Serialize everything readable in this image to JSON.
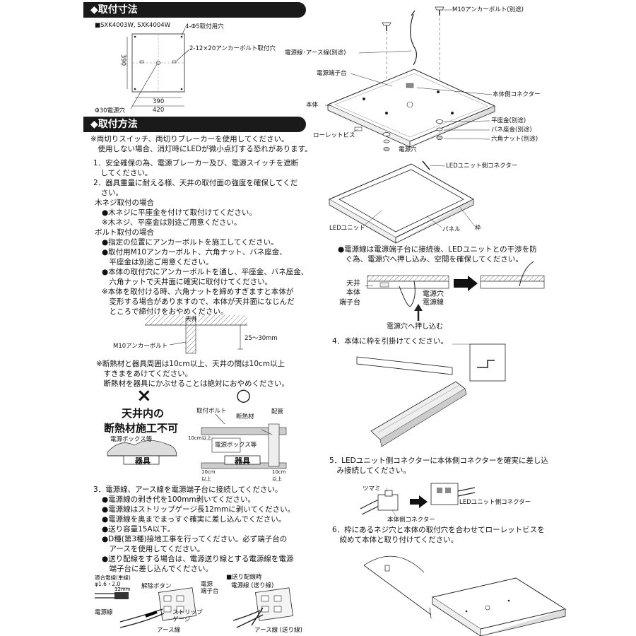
{
  "left": {
    "section1_title": "◆取付寸法",
    "dims": {
      "model": "■SXK4003W, SXK4004W",
      "holes": "4-Φ5取付用穴",
      "bolt_holes": "2-12×20アンカーボルト取付穴",
      "h390": "390",
      "w390": "390",
      "w420": "420",
      "power_hole": "Φ30電源穴"
    },
    "section2_title": "◆取付方法",
    "notes": [
      "※両切りスイッチ、両切りブレーカーを使用してください。",
      "　使用しない場合、消灯時にLEDが微小点灯する恐れがあります。"
    ],
    "step1": [
      "1．安全確保の為、電源ブレーカー及び、電源スイッチを遮断",
      "　してください。"
    ],
    "step2": [
      "2．器具重量に耐える様、天井の取付面の強度を確保してくだ",
      "　さい。"
    ],
    "wood": {
      "head": "木ネジ取付の場合",
      "l1": "●木ネジに平座金を付けて取付けてください。",
      "l2": "※木ネジ、平座金は別途ご用意ください。"
    },
    "bolt": {
      "head": "ボルト取付の場合",
      "lines": [
        "●指定の位置にアンカーボルトを施工してください。",
        "●取付用M10アンカーボルト、六角ナット、バネ座金、",
        "　平座金は別途ご用意ください。",
        "●本体の取付穴にアンカーボルトを通し、平座金、バネ座金、",
        "　六角ナットで天井面に確実に取付けてください。",
        "※本体を取付ける時、六角ナットを締めすぎますと本体が",
        "　変形する場合がありますので、本体が天井面になじんだ",
        "　ところで締付けをおやめください。"
      ]
    },
    "ceiling_fig": {
      "ceiling": "天井",
      "bolt": "M10アンカーボルト",
      "range": "25～30mm"
    },
    "insulation_note": [
      "※断熱材と器具周囲は10cm以上、天井の間は10cm以上",
      "　すきまをあけてください。",
      "　断熱材を器具にかぶせることは絶対におやめください。"
    ],
    "ng": {
      "mark": "×",
      "title1": "天井内の",
      "title2": "断熱材施工不可",
      "box": "電源ボックス等",
      "fixture": "器具"
    },
    "ok": {
      "mark": "○",
      "bolt": "取付ボルト",
      "insul": "断熱材",
      "pipe": "配管",
      "box": "電源ボックス等",
      "fixture": "器具",
      "cm_left": "10cm以上",
      "cm_bottom_l": "10cm\n以上",
      "cm_bottom_r": "10cm\n以上"
    },
    "step3": {
      "head": "3．電源線、アース線を電源端子台に接続してください。",
      "lines": [
        "●電源線の剥き代を100mm剥いてください。",
        "●電源線はストリップゲージ長12mmに剥いてください。",
        "●電源線を奥までまっすぐ確実に差し込んでください。",
        "●送り容量15A以下。",
        "●D種(第3種)接地工事を行ってください。必ず端子台の",
        "　アースを使用してください。",
        "●送り配線をする場合は、電源送り線とする電源線を電源",
        "　端子台に差し込んでください。"
      ]
    },
    "terminal_fig": {
      "wire_spec": "適合電線(単線)",
      "wire_dia": "φ1.6・2.0",
      "mm12": "12mm",
      "release": "解除ボタン",
      "terminal": "電源\n端子台",
      "power": "電源線",
      "strip": "ストリップ\nゲージ",
      "earth": "アース線",
      "feed_head": "■送り配線時",
      "feed_power": "電源線 (送り線)",
      "feed_earth": "アース線 (送り線)"
    }
  },
  "right": {
    "explode": {
      "m10": "M10アンカーボルト(別途)",
      "cable": "電源線･アース線(別途)",
      "terminal": "電源端子台",
      "body": "本体",
      "connector": "本体側コネクター",
      "flat": "平座金(別途)",
      "spring": "バネ座金(別途)",
      "nut": "六角ナット(別途)",
      "knurl": "ローレットビス",
      "hole": "電源穴",
      "led_conn": "LEDユニット側コネクター",
      "led_unit": "LEDユニット",
      "panel": "パネル",
      "frame": "枠"
    },
    "push_note": [
      "●電源線は電源端子台に接続後、LEDユニットとの干渉を防",
      "　ぐ為、電源穴へ押し込み、空間を確保してください。"
    ],
    "push_fig": {
      "ceiling": "天井",
      "body": "本体",
      "terminal": "端子台",
      "hole": "電源穴",
      "power": "電源線",
      "push": "電源穴へ押し込む"
    },
    "step4": "4．本体に枠を引掛けてください。",
    "step5": [
      "5．LEDユニット側コネクターに本体側コネクターを確実に差し込",
      "　み接続してください。"
    ],
    "step5_fig": {
      "knob": "ツマミ",
      "led_conn": "LEDユニット側コネクター",
      "body_conn": "本体側コネクター"
    },
    "step6": [
      "6．枠にあるネジ穴と本体の取付穴を合わせてローレットビスを",
      "　絞めて本体と取り付けてください。"
    ]
  }
}
